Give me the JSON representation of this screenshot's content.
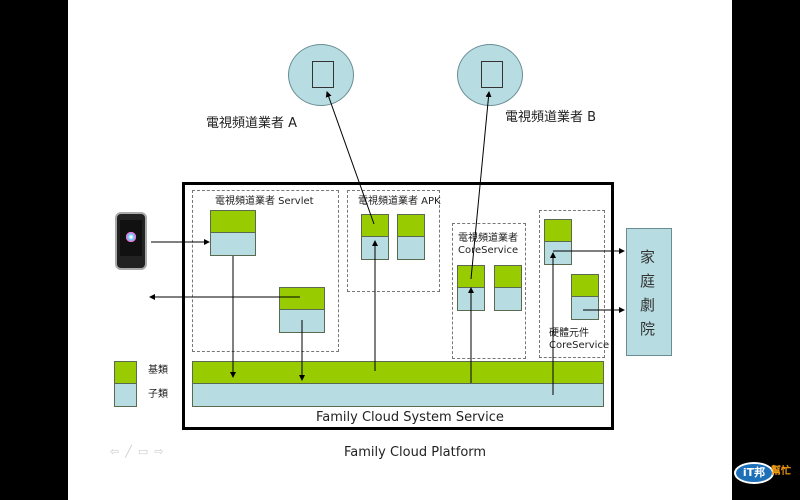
{
  "providers": [
    {
      "label": "電視頻道業者 A"
    },
    {
      "label": "電視頻道業者 B"
    }
  ],
  "platform": {
    "title": "Family Cloud Platform",
    "system_service_label": "Family Cloud System Service",
    "groups": {
      "servlet": "電視頻道業者 Servlet",
      "apk": "電視頻道業者 APK",
      "core_service_line1": "電視頻道業者",
      "core_service_line2": "CoreService",
      "hardware_line1": "硬體元件",
      "hardware_line2": "CoreService"
    }
  },
  "home_theater": {
    "label": "家庭劇院"
  },
  "legend": {
    "items": [
      {
        "label": "基類",
        "color": "#99cc00"
      },
      {
        "label": "子類",
        "color": "#b7dde3"
      }
    ]
  },
  "colors": {
    "base_class": "#99cc00",
    "sub_class": "#b7dde3"
  },
  "nav": {
    "icons": [
      "prev-arrow-icon",
      "pen-icon",
      "menu-icon",
      "next-arrow-icon"
    ]
  },
  "watermark": {
    "text": "iT邦",
    "subtext": "幫忙"
  }
}
